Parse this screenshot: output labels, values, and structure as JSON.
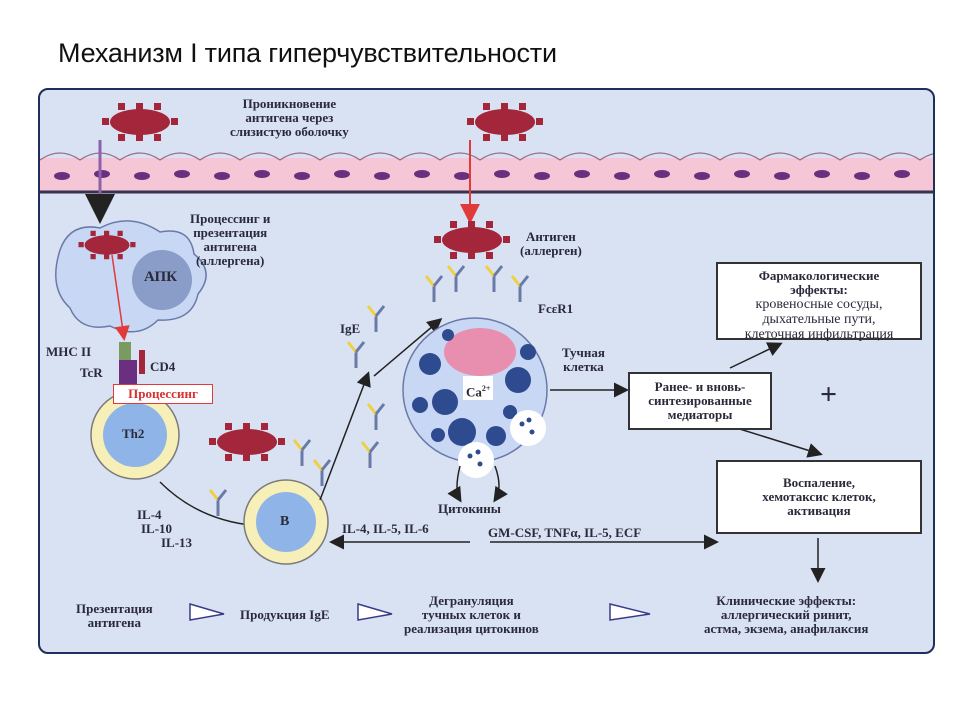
{
  "title": "Механизм I типа гиперчувствительности",
  "labels": {
    "penetration": [
      "Проникновение",
      "антигена через",
      "слизистую оболочку"
    ],
    "processing_presentation": [
      "Процессинг и",
      "презентация",
      "антигена",
      "(аллергена)"
    ],
    "apc": "АПК",
    "processing": "Процессинг",
    "mhc": "MHC II",
    "tcr": "TcR",
    "cd4": "CD4",
    "th2": "Th2",
    "antigen": [
      "Антиген",
      "(аллерген)"
    ],
    "fce": "FcεR1",
    "ige": "IgE",
    "mast_cell": [
      "Тучная",
      "клетка"
    ],
    "ca": "Ca",
    "ca_sup": "2+",
    "cytokines": "Цитокины",
    "il_th2": [
      "IL-4",
      "IL-10",
      "IL-13"
    ],
    "b": "B",
    "il_b": "IL-4, IL-5, IL-6",
    "gm": "GM-CSF, TNFα, IL-5, ECF",
    "mediators": [
      "Ранее- и вновь-",
      "синтезированные",
      "медиаторы"
    ],
    "pharm_title": [
      "Фармакологические",
      "эффекты:"
    ],
    "pharm_items": [
      "кровеносные сосуды,",
      "дыхательные пути,",
      "клеточная инфильтрация"
    ],
    "plus": "+",
    "inflammation": [
      "Воспаление,",
      "хемотаксис клеток,",
      "активация"
    ]
  },
  "bottom_bar": {
    "step1": [
      "Презентация",
      "антигена"
    ],
    "step2": "Продукция IgE",
    "step3": [
      "Дегрануляция",
      "тучных клеток и",
      "реализация цитокинов"
    ],
    "step4": [
      "Клинические эффекты:",
      "аллергический ринит,",
      "астма, экзема, анафилаксия"
    ]
  },
  "colors": {
    "antigen": "#a3263b",
    "epithelium": "#f4c6d6",
    "nucleus": "#6a2f7f",
    "mast": "#c8d8f4",
    "granule": "#2f4b8f",
    "b_cell": "#f7efb8",
    "red_arrow": "#e03a3a"
  }
}
